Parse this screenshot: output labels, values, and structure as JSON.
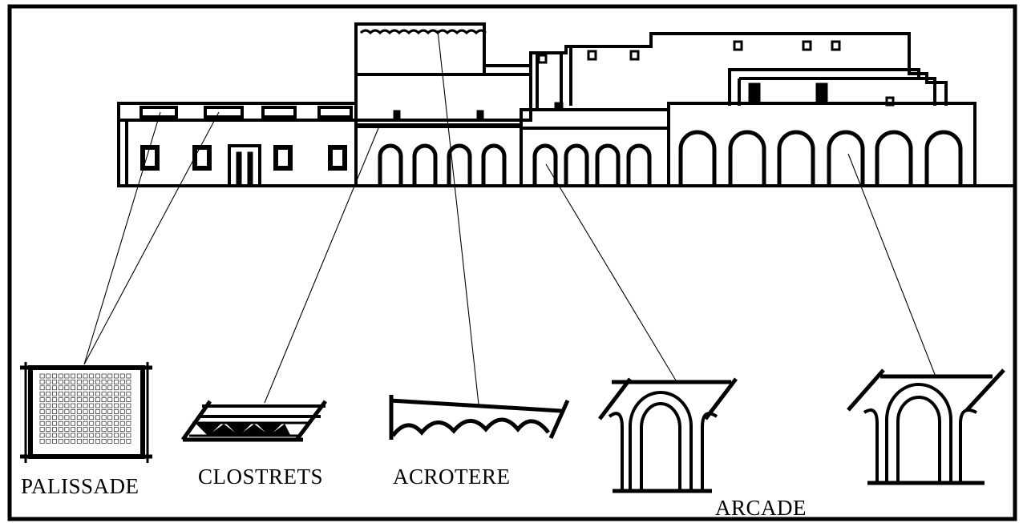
{
  "labels": {
    "palissade": "PALISSADE",
    "clostrets": "CLOSTRETS",
    "acrotere": "ACROTERE",
    "arcade": "ARCADE"
  },
  "colors": {
    "ink": "#000000",
    "paper": "#ffffff"
  }
}
